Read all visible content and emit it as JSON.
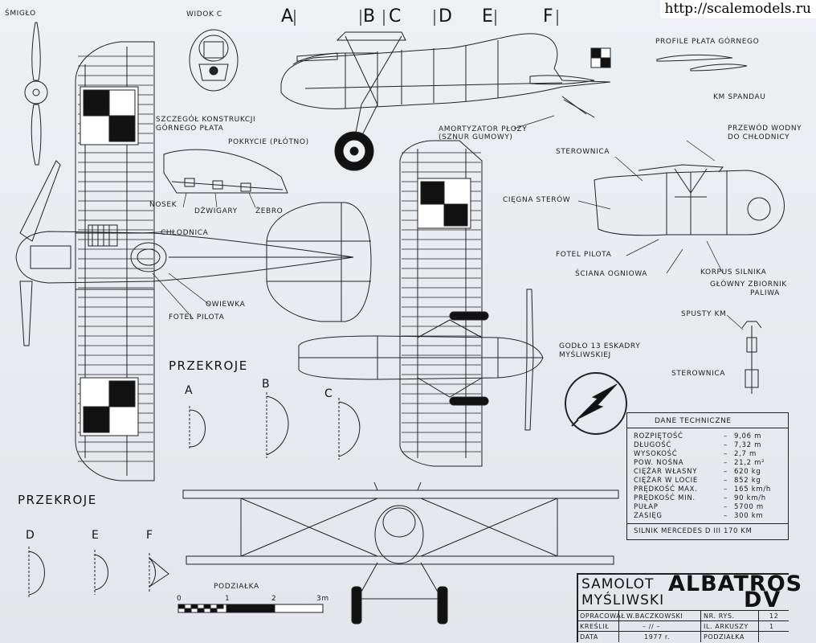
{
  "watermark": "http://scalemodels.ru",
  "labels": {
    "smiglo": "ŚMIGŁO",
    "widok_c": "WIDOK C",
    "section_a": "A",
    "section_b": "B",
    "section_c": "C",
    "section_d": "D",
    "section_e": "E",
    "section_f": "F",
    "profile_plata": "PROFILE PŁATA GÓRNEGO",
    "km_spandau": "KM SPANDAU",
    "szczegol_1": "SZCZEGÓŁ KONSTRUKCJI",
    "szczegol_2": "GÓRNEGO PŁATA",
    "pokrycie": "POKRYCIE (PŁÓTNO)",
    "amortyzator_1": "AMORTYZATOR PŁOZY",
    "amortyzator_2": "(SZNUR GUMOWY)",
    "przewod_1": "PRZEWÓD WODNY",
    "przewod_2": "DO CHŁODNICY",
    "sterownica_top": "STEROWNICA",
    "nosek": "NOSEK",
    "dzwigary": "DŹWIGARY",
    "zebro": "ŻEBRO",
    "ciegna": "CIĘGNA STERÓW",
    "chlodnica": "CHŁODNICA",
    "fotel_pilota_right": "FOTEL PILOTA",
    "sciana_ogniowa": "ŚCIANA OGNIOWA",
    "korpus_silnika": "KORPUS SILNIKA",
    "glowny_1": "GŁÓWNY ZBIORNIK",
    "glowny_2": "PALIWA",
    "owiewka": "OWIEWKA",
    "fotel_pilota_left": "FOTEL PILOTA",
    "spusty": "SPUSTY KM",
    "godlo_1": "GODŁO 13 ESKADRY",
    "godlo_2": "MYŚLIWSKIEJ",
    "sterownica_bottom": "STEROWNICA",
    "przekroje_1": "PRZEKROJE",
    "przekroje_2": "PRZEKROJE",
    "podzialka": "PODZIAŁKA",
    "scale_0": "0",
    "scale_1": "1",
    "scale_2": "2",
    "scale_3": "3m"
  },
  "cross_sections": {
    "row1": [
      "A",
      "B",
      "C"
    ],
    "row2": [
      "D",
      "E",
      "F"
    ]
  },
  "tech_data": {
    "title": "DANE TECHNICZNE",
    "rows": [
      {
        "label": "ROZPIĘTOŚĆ",
        "value": "9,06 m"
      },
      {
        "label": "DŁUGOŚĆ",
        "value": "7,32 m"
      },
      {
        "label": "WYSOKOŚĆ",
        "value": "2,7 m"
      },
      {
        "label": "POW. NOŚNA",
        "value": "21,2 m²"
      },
      {
        "label": "CIĘŻAR WŁASNY",
        "value": "620 kg"
      },
      {
        "label": "CIĘŻAR W LOCIE",
        "value": "852 kg"
      },
      {
        "label": "PRĘDKOŚĆ MAX.",
        "value": "165 km/h"
      },
      {
        "label": "PRĘDKOŚĆ MIN.",
        "value": "90 km/h"
      },
      {
        "label": "PUŁAP",
        "value": "5700 m"
      },
      {
        "label": "ZASIĘG",
        "value": "300 km"
      }
    ],
    "engine": "SILNIK   MERCEDES D III 170 KM"
  },
  "title_block": {
    "samolot": "SAMOLOT",
    "mysliwski": "MYŚLIWSKI",
    "albatros": "ALBATROS",
    "dv": "DV",
    "opracowal_label": "OPRACOWAŁ",
    "opracowal_value": "W.BACZKOWSKI",
    "kreslil_label": "KREŚLIŁ",
    "kreslil_value": "– // –",
    "data_label": "DATA",
    "data_value": "1977 r.",
    "nr_rys_label": "NR. RYS.",
    "nr_rys_value": "12",
    "arkuszy_label": "IL. ARKUSZY",
    "arkuszy_value": "1",
    "podzialka_label": "PODZIAŁKA"
  },
  "colors": {
    "paper": "#e9ecf0",
    "ink": "#1a1a1a"
  }
}
